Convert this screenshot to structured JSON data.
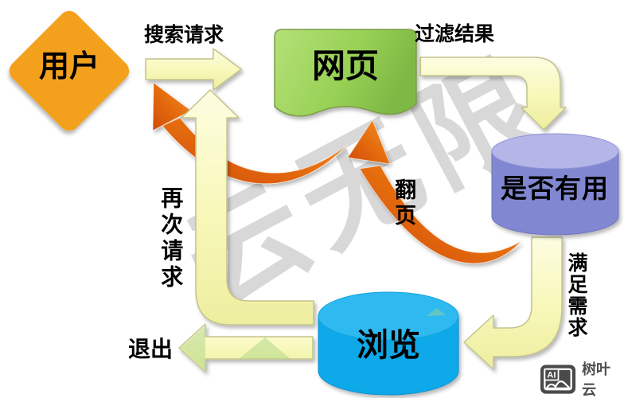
{
  "watermark": {
    "text": "云无限"
  },
  "nodes": {
    "user": {
      "label": "用户",
      "shape": "diamond",
      "color": "#f3a11d"
    },
    "webpage": {
      "label": "网页",
      "shape": "document",
      "color": "#97d155"
    },
    "useful": {
      "label": "是否有用",
      "shape": "cylinder",
      "color": "#8287d2"
    },
    "browse": {
      "label": "浏览",
      "shape": "cylinder",
      "color": "#0ca9e9"
    }
  },
  "edges": {
    "search_request": {
      "label": "搜索请求"
    },
    "filter_results": {
      "label": "过滤结果"
    },
    "page_turn": {
      "label": "翻页"
    },
    "satisfy_needs": {
      "label": "满足需求"
    },
    "request_again": {
      "label": "再次请求"
    },
    "exit": {
      "label": "退出"
    }
  },
  "logo": {
    "ai": "AI",
    "text": "树叶云"
  },
  "colors": {
    "arrow_yellow": "#f7f7b8",
    "arrow_yellow_border": "#c3c38f",
    "arrow_orange": "#e8590c",
    "watermark_gray": "#d8d8d8"
  }
}
